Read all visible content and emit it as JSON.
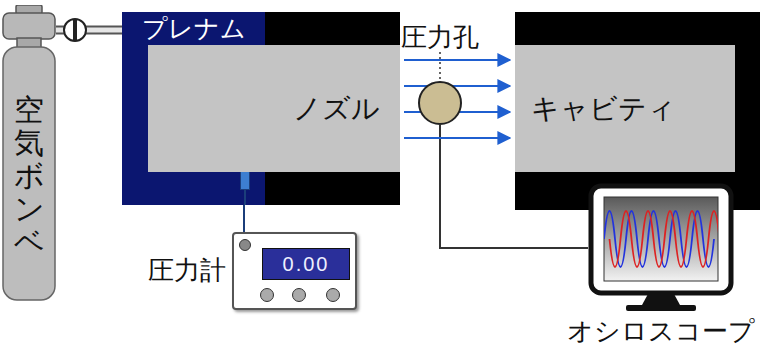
{
  "diagram": {
    "nodes": [
      {
        "text": [
          "空気ボンベ"
        ]
      },
      {
        "text": [
          "プレナム"
        ]
      },
      {
        "text": [
          "ノズル"
        ]
      },
      {
        "text": [
          "圧力孔"
        ]
      },
      {
        "text": [
          "キャビティ"
        ]
      },
      {
        "text": [
          "圧力計",
          "0.00"
        ]
      },
      {
        "text": [
          "オシロスコープ"
        ]
      }
    ],
    "edges": [
      {
        "from": 0,
        "to": 1,
        "arrow": "none"
      },
      {
        "from": 1,
        "to": 5,
        "arrow": "none"
      },
      {
        "from": 3,
        "to": 6,
        "arrow": "none"
      }
    ]
  }
}
